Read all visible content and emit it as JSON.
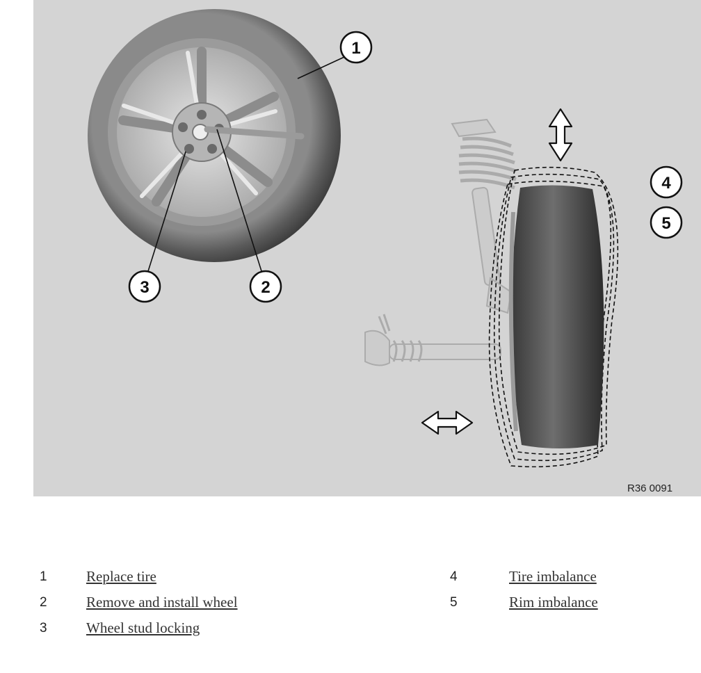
{
  "figure": {
    "code": "R36 0091",
    "callouts": [
      "1",
      "2",
      "3",
      "4",
      "5"
    ]
  },
  "legend": [
    {
      "num": "1",
      "label": "Replace tire"
    },
    {
      "num": "2",
      "label": "Remove and install wheel"
    },
    {
      "num": "3",
      "label": "Wheel stud locking"
    },
    {
      "num": "4",
      "label": "Tire imbalance"
    },
    {
      "num": "5",
      "label": "Rim imbalance"
    }
  ],
  "colors": {
    "panel_background": "#d4d4d4",
    "tire": "#4a4a4a",
    "rim": "#c9c9c9",
    "link_text": "#333333"
  },
  "icons": [
    "wheel-with-tire-illustration",
    "strut-and-wheel-illustration",
    "vertical-double-arrow-icon",
    "horizontal-double-arrow-icon"
  ]
}
